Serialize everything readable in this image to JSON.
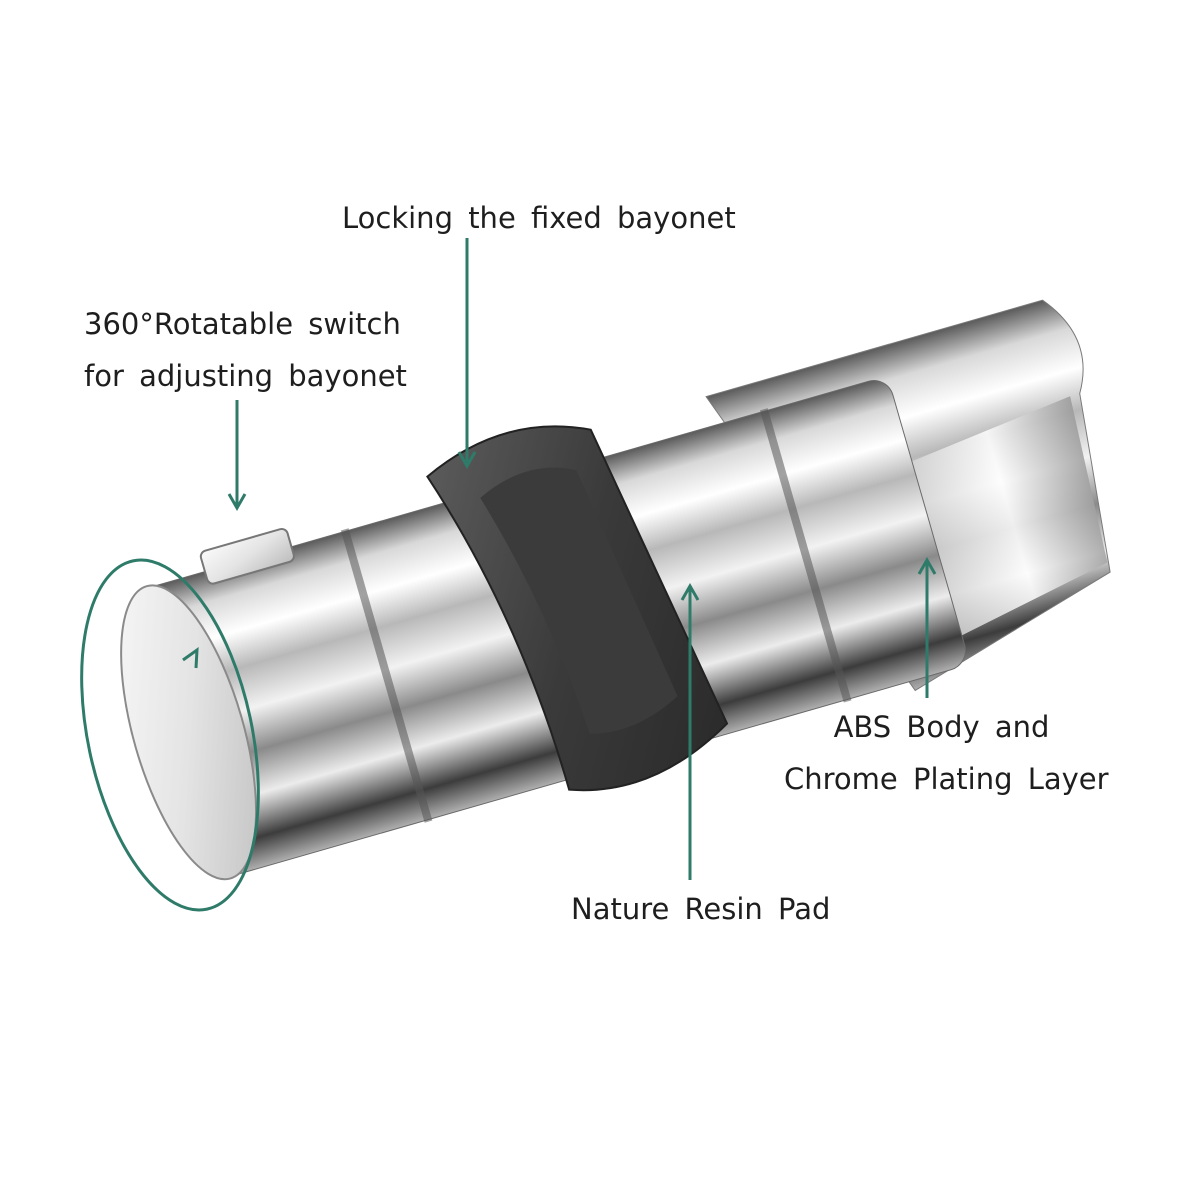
{
  "colors": {
    "background": "#ffffff",
    "callout": "#2e7b6a",
    "chrome_light": "#f3f3f3",
    "chrome_dark": "#2a2a2a",
    "resin": "#4a4a4a"
  },
  "callouts": {
    "locking": {
      "text": "Locking the fixed bayonet"
    },
    "switch": {
      "line1": "360°Rotatable switch",
      "line2": "for adjusting bayonet"
    },
    "body": {
      "line1": "ABS Body and",
      "line2": "Chrome Plating Layer"
    },
    "pad": {
      "text": "Nature Resin Pad"
    }
  },
  "icons": {
    "rotation": "circular-arrow-icon",
    "callout_pointer": "arrow-head-icon"
  }
}
